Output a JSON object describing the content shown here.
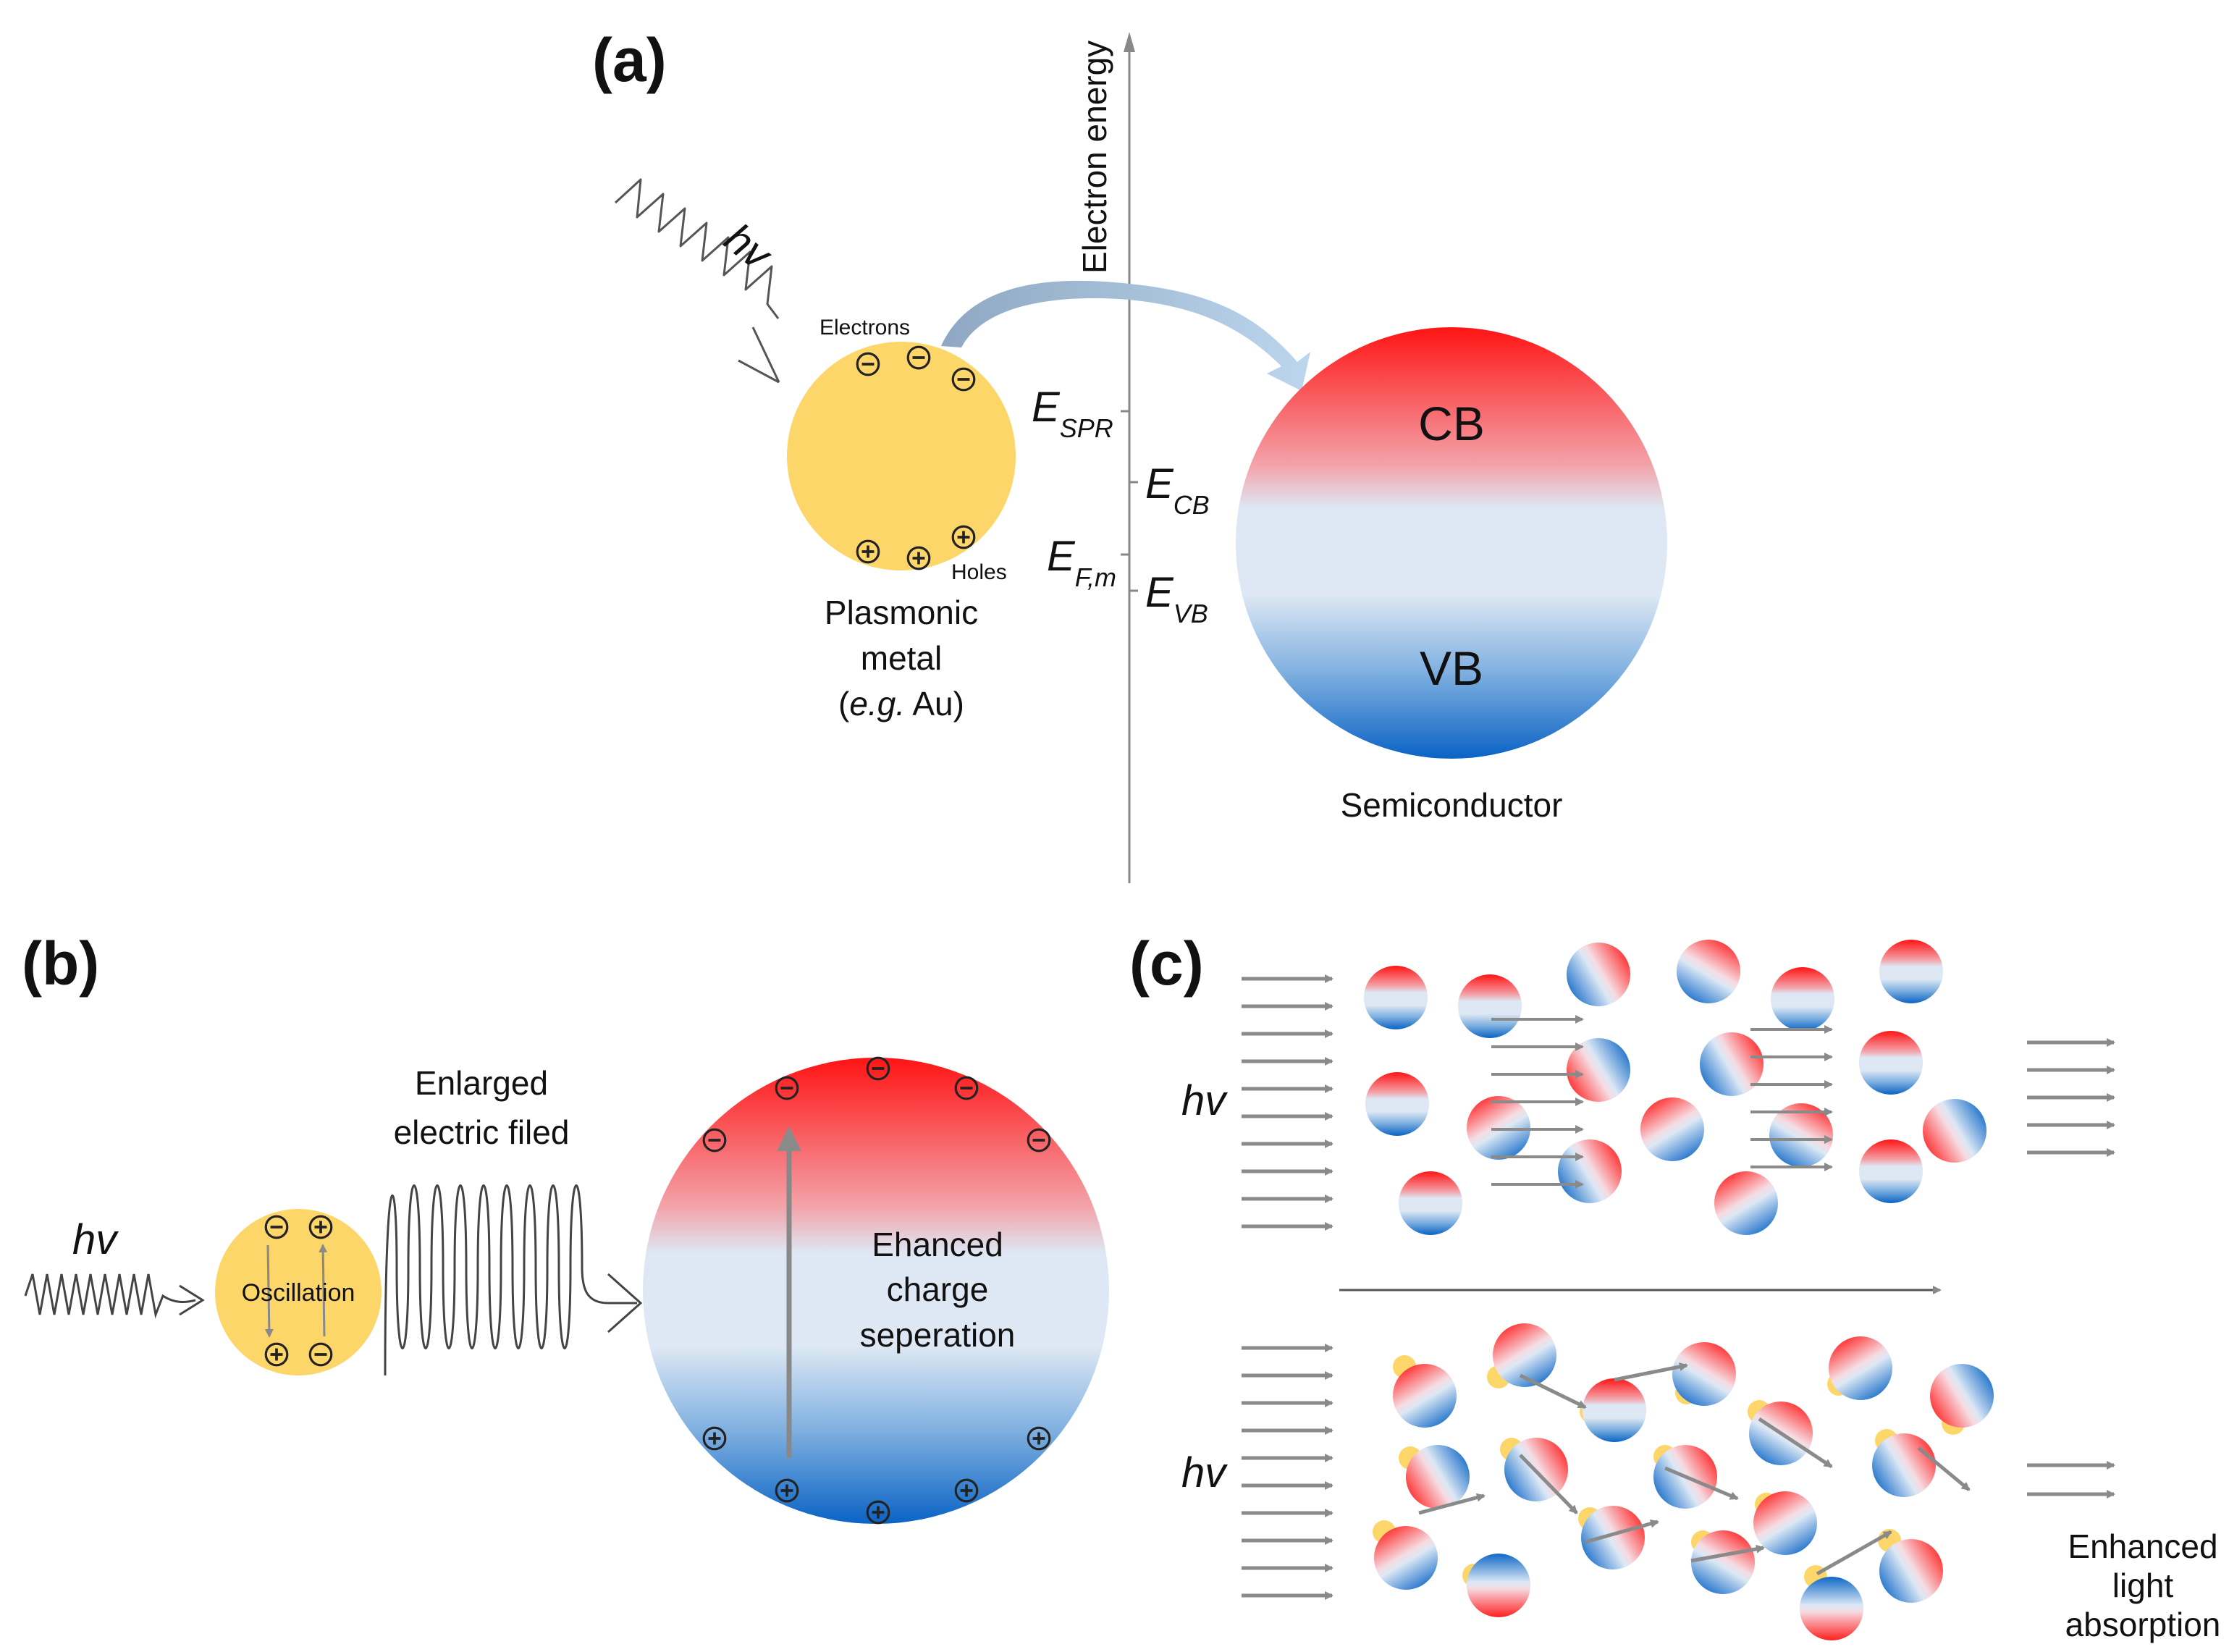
{
  "panels": {
    "a": {
      "label": "(a)",
      "axis_label": "Electron energy",
      "photon_label": "hv",
      "electrons_label": "Electrons",
      "holes_label": "Holes",
      "metal_label_line1": "Plasmonic",
      "metal_label_line2": "metal",
      "metal_label_eg": "e.g.",
      "metal_label_rest": " Au)",
      "metal_label_open": "(",
      "cb_label": "CB",
      "vb_label": "VB",
      "semiconductor_label": "Semiconductor",
      "energy_levels": {
        "spr": {
          "main": "E",
          "sub": "SPR"
        },
        "cb": {
          "main": "E",
          "sub": "CB"
        },
        "fm": {
          "main": "E",
          "sub": "F,m"
        },
        "vb": {
          "main": "E",
          "sub": "VB"
        }
      }
    },
    "b": {
      "label": "(b)",
      "photon_label": "hv",
      "oscillation_label": "Oscillation",
      "field_label_line1": "Enlarged",
      "field_label_line2": "electric filed",
      "sep_line1": "Ehanced",
      "sep_line2": "charge",
      "sep_line3": "seperation"
    },
    "c": {
      "label": "(c)",
      "photon_label_top": "hv",
      "photon_label_bottom": "hv",
      "result_line1": "Enhanced",
      "result_line2": "light",
      "result_line3": "absorption"
    }
  },
  "colors": {
    "gold": "#fdd66a",
    "cb_red": "#ff1010",
    "mid_pale": "#dde8f4",
    "vb_blue": "#0a63c4",
    "arrow_grey": "#8a8a8a",
    "curve_blue": "#a9c9e6"
  }
}
